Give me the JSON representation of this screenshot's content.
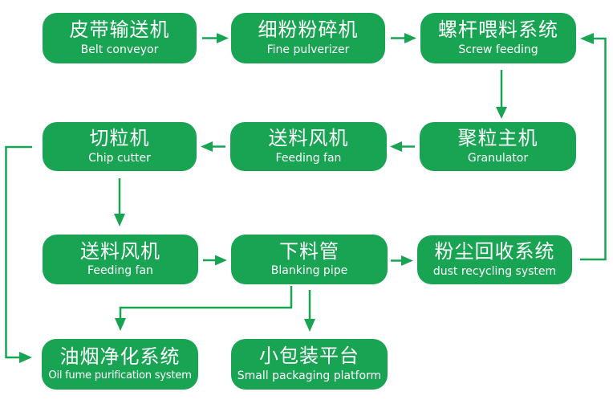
{
  "colors": {
    "green": "#18a452",
    "text": "#ffffff",
    "background": "#ffffff"
  },
  "nodes": [
    {
      "id": "belt-conveyor",
      "zh": "皮带输送机",
      "en": "Belt conveyor"
    },
    {
      "id": "fine-pulverizer",
      "zh": "细粉粉碎机",
      "en": "Fine pulverizer"
    },
    {
      "id": "screw-feeding",
      "zh": "螺杆喂料系统",
      "en": "Screw feeding"
    },
    {
      "id": "chip-cutter",
      "zh": "切粒机",
      "en": "Chip cutter"
    },
    {
      "id": "feeding-fan-1",
      "zh": "送料风机",
      "en": "Feeding fan"
    },
    {
      "id": "granulator",
      "zh": "聚粒主机",
      "en": "Granulator"
    },
    {
      "id": "feeding-fan-2",
      "zh": "送料风机",
      "en": "Feeding fan"
    },
    {
      "id": "blanking-pipe",
      "zh": "下料管",
      "en": "Blanking pipe"
    },
    {
      "id": "dust-recycling",
      "zh": "粉尘回收系统",
      "en": "dust recycling system"
    },
    {
      "id": "oil-fume-purification",
      "zh": "油烟净化系统",
      "en": "Oil fume purification system"
    },
    {
      "id": "small-packaging",
      "zh": "小包装平台",
      "en": "Small packaging platform"
    }
  ],
  "edges": [
    {
      "from": "belt-conveyor",
      "to": "fine-pulverizer"
    },
    {
      "from": "fine-pulverizer",
      "to": "screw-feeding"
    },
    {
      "from": "screw-feeding",
      "to": "granulator"
    },
    {
      "from": "granulator",
      "to": "feeding-fan-1"
    },
    {
      "from": "feeding-fan-1",
      "to": "chip-cutter"
    },
    {
      "from": "chip-cutter",
      "to": "feeding-fan-2"
    },
    {
      "from": "chip-cutter",
      "to": "oil-fume-purification"
    },
    {
      "from": "feeding-fan-2",
      "to": "blanking-pipe"
    },
    {
      "from": "blanking-pipe",
      "to": "dust-recycling"
    },
    {
      "from": "blanking-pipe",
      "to": "oil-fume-purification"
    },
    {
      "from": "blanking-pipe",
      "to": "small-packaging"
    },
    {
      "from": "dust-recycling",
      "to": "screw-feeding"
    }
  ]
}
